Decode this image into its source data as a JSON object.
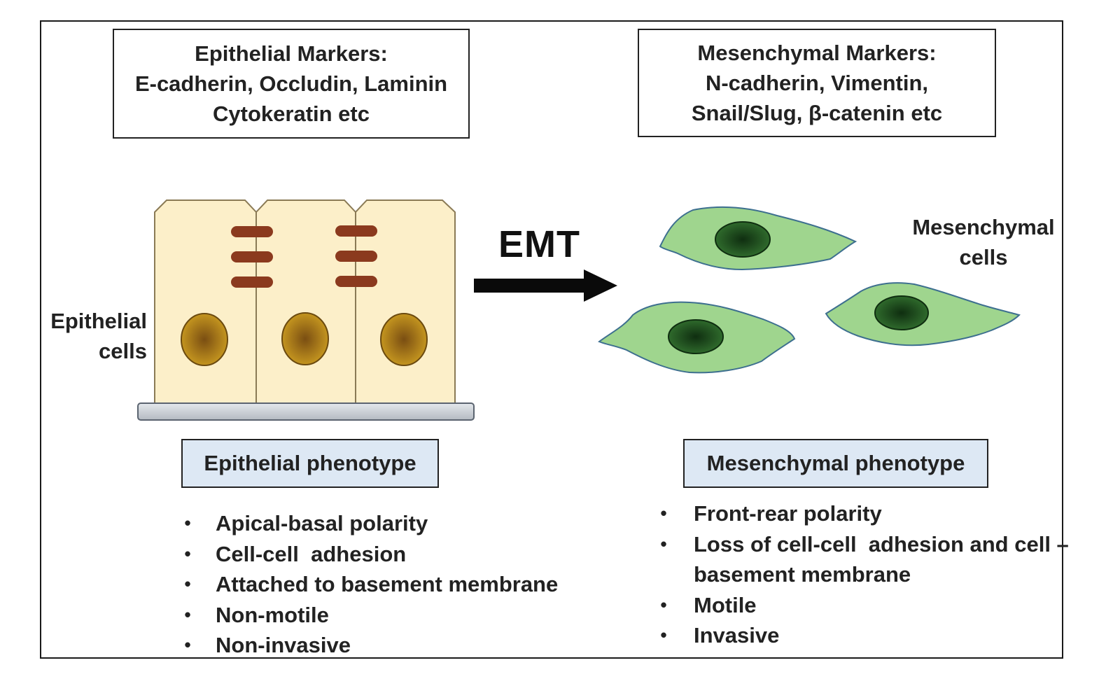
{
  "epithelial_markers": {
    "line1": "Epithelial Markers:",
    "line2": "E-cadherin, Occludin, Laminin",
    "line3": "Cytokeratin etc"
  },
  "mesenchymal_markers": {
    "line1": "Mesenchymal Markers:",
    "line2": "N-cadherin, Vimentin,",
    "line3": "Snail/Slug, β-catenin etc"
  },
  "epithelial_cells_label": {
    "line1": "Epithelial",
    "line2": "cells"
  },
  "mesenchymal_cells_label": {
    "line1": "Mesenchymal",
    "line2": "cells"
  },
  "transition_label": "EMT",
  "epithelial_phenotype": {
    "title": "Epithelial phenotype",
    "traits": [
      "Apical-basal polarity",
      "Cell-cell  adhesion",
      "Attached to basement membrane",
      "Non-motile",
      "Non-invasive"
    ]
  },
  "mesenchymal_phenotype": {
    "title": "Mesenchymal phenotype",
    "traits": [
      "Front-rear polarity",
      "Loss of cell-cell  adhesion and cell –",
      "basement membrane",
      "Motile",
      "Invasive"
    ]
  },
  "colors": {
    "epithelial_cell_fill": "#fcefc9",
    "epithelial_cell_stroke": "#8a7a55",
    "junction": "#8b3a1e",
    "epithelial_nucleus": "#b8861b",
    "basement_membrane": "#c9ced4",
    "mesenchymal_cell_fill": "#9fd58e",
    "mesenchymal_cell_stroke": "#3d6f8f",
    "mesenchymal_nucleus": "#1f4a1f",
    "phenotype_box": "#dde8f4"
  }
}
